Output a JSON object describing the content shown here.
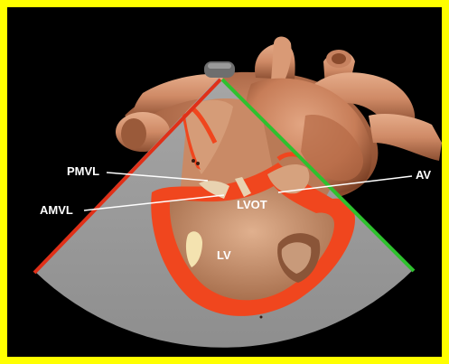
{
  "labels": {
    "pmvl": "PMVL",
    "amvl": "AMVL",
    "lvot": "LVOT",
    "lv": "LV",
    "av": "AV"
  },
  "colors": {
    "border": "#ffff00",
    "background": "#000000",
    "sector": "#9b9b9b",
    "myocardium": "#f0461e",
    "tissue": "#d59270",
    "left_beam": "#e03018",
    "right_beam": "#2ec12e",
    "probe": "#6e6e6e",
    "label_text": "#ffffff"
  },
  "icons": {
    "probe": "transducer-icon"
  }
}
